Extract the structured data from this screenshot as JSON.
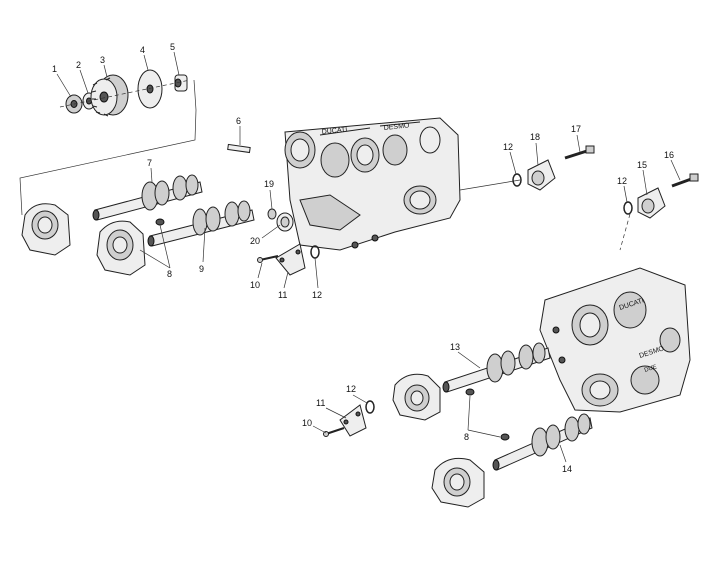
{
  "diagram": {
    "callouts": [
      {
        "id": "c1",
        "text": "1"
      },
      {
        "id": "c2",
        "text": "2"
      },
      {
        "id": "c3",
        "text": "3"
      },
      {
        "id": "c4",
        "text": "4"
      },
      {
        "id": "c5",
        "text": "5"
      },
      {
        "id": "c6",
        "text": "6"
      },
      {
        "id": "c7",
        "text": "7"
      },
      {
        "id": "c8a",
        "text": "8"
      },
      {
        "id": "c9",
        "text": "9"
      },
      {
        "id": "c10a",
        "text": "10"
      },
      {
        "id": "c11a",
        "text": "11"
      },
      {
        "id": "c12a",
        "text": "12"
      },
      {
        "id": "c19",
        "text": "19"
      },
      {
        "id": "c20",
        "text": "20"
      },
      {
        "id": "c12b",
        "text": "12"
      },
      {
        "id": "c18",
        "text": "18"
      },
      {
        "id": "c17",
        "text": "17"
      },
      {
        "id": "c12c",
        "text": "12"
      },
      {
        "id": "c15",
        "text": "15"
      },
      {
        "id": "c16",
        "text": "16"
      },
      {
        "id": "c13",
        "text": "13"
      },
      {
        "id": "c12d",
        "text": "12"
      },
      {
        "id": "c11b",
        "text": "11"
      },
      {
        "id": "c10b",
        "text": "10"
      },
      {
        "id": "c8b",
        "text": "8"
      },
      {
        "id": "c14",
        "text": "14"
      }
    ]
  }
}
